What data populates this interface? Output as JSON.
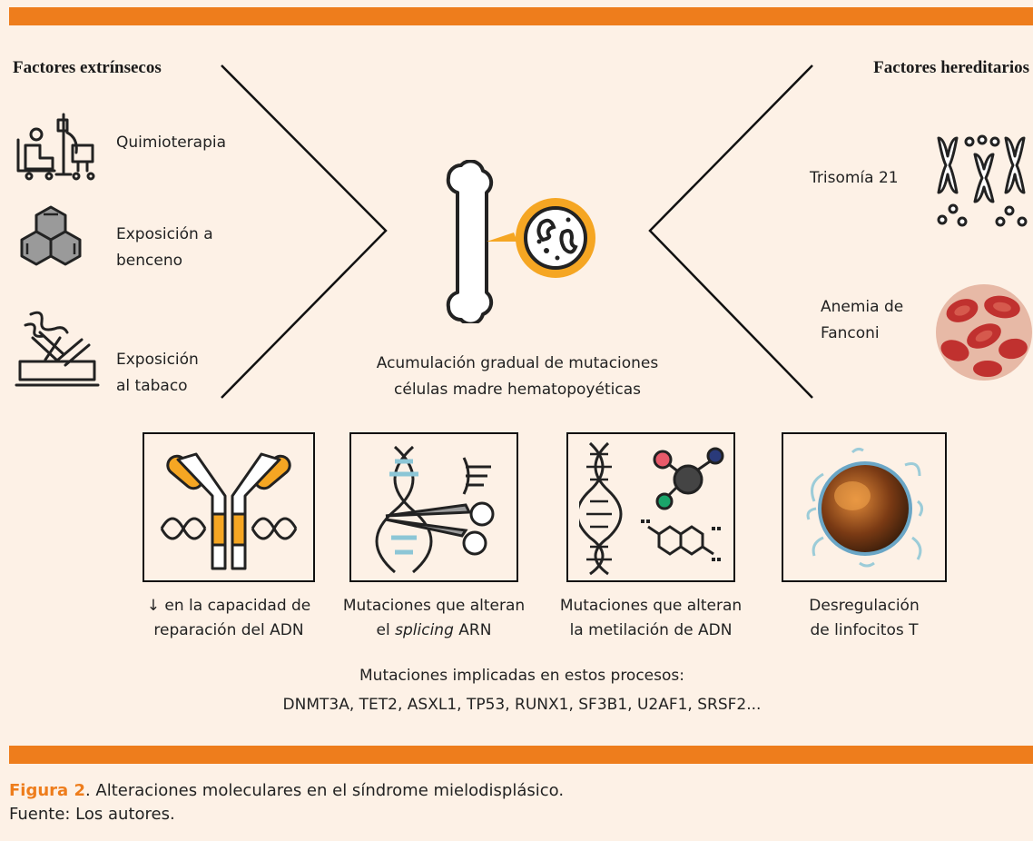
{
  "left_panel": {
    "heading": "Factores extrínsecos",
    "items": [
      {
        "label": "Quimioterapia",
        "icon": "chemotherapy-patient-icon"
      },
      {
        "label_line1": "Exposición a",
        "label_line2": "benceno",
        "icon": "benzene-molecule-icon"
      },
      {
        "label_line1": "Exposición",
        "label_line2": "al tabaco",
        "icon": "cigarette-ashtray-icon"
      }
    ]
  },
  "right_panel": {
    "heading": "Factores hereditarios",
    "items": [
      {
        "label": "Trisomía 21",
        "icon": "chromosomes-icon"
      },
      {
        "label_line1": "Anemia de",
        "label_line2": "Fanconi",
        "icon": "red-blood-cells-icon"
      }
    ]
  },
  "center": {
    "icon": "bone-marrow-cell-icon",
    "line1": "Acumulación gradual de mutaciones",
    "line2": "células madre hematopoyéticas"
  },
  "processes": [
    {
      "icon": "dna-repair-antibody-icon",
      "line1": "↓ en la capacidad de",
      "line2": "reparación del ADN"
    },
    {
      "icon": "dna-scissors-splicing-icon",
      "line1": "Mutaciones que alteran",
      "line2_prefix": "el ",
      "line2_italic": "splicing",
      "line2_suffix": " ARN"
    },
    {
      "icon": "dna-methylation-molecule-icon",
      "line1": "Mutaciones que alteran",
      "line2": "la metilación de ADN"
    },
    {
      "icon": "t-lymphocyte-cell-icon",
      "line1": "Desregulación",
      "line2": "de linfocitos T"
    }
  ],
  "mutations": {
    "line1": "Mutaciones implicadas en estos procesos:",
    "line2": "DNMT3A, TET2, ASXL1, TP53, RUNX1, SF3B1, U2AF1, SRSF2..."
  },
  "caption": {
    "figure_label": "Figura 2",
    "text": ". Alteraciones moleculares en el síndrome mielodisplásico.",
    "source": "Fuente: Los autores."
  },
  "colors": {
    "accent": "#ee7d1c",
    "background": "#fdf1e6",
    "highlight": "#f5a623",
    "blood_red": "#c0312f",
    "dna_blue": "#8cc6d6"
  }
}
